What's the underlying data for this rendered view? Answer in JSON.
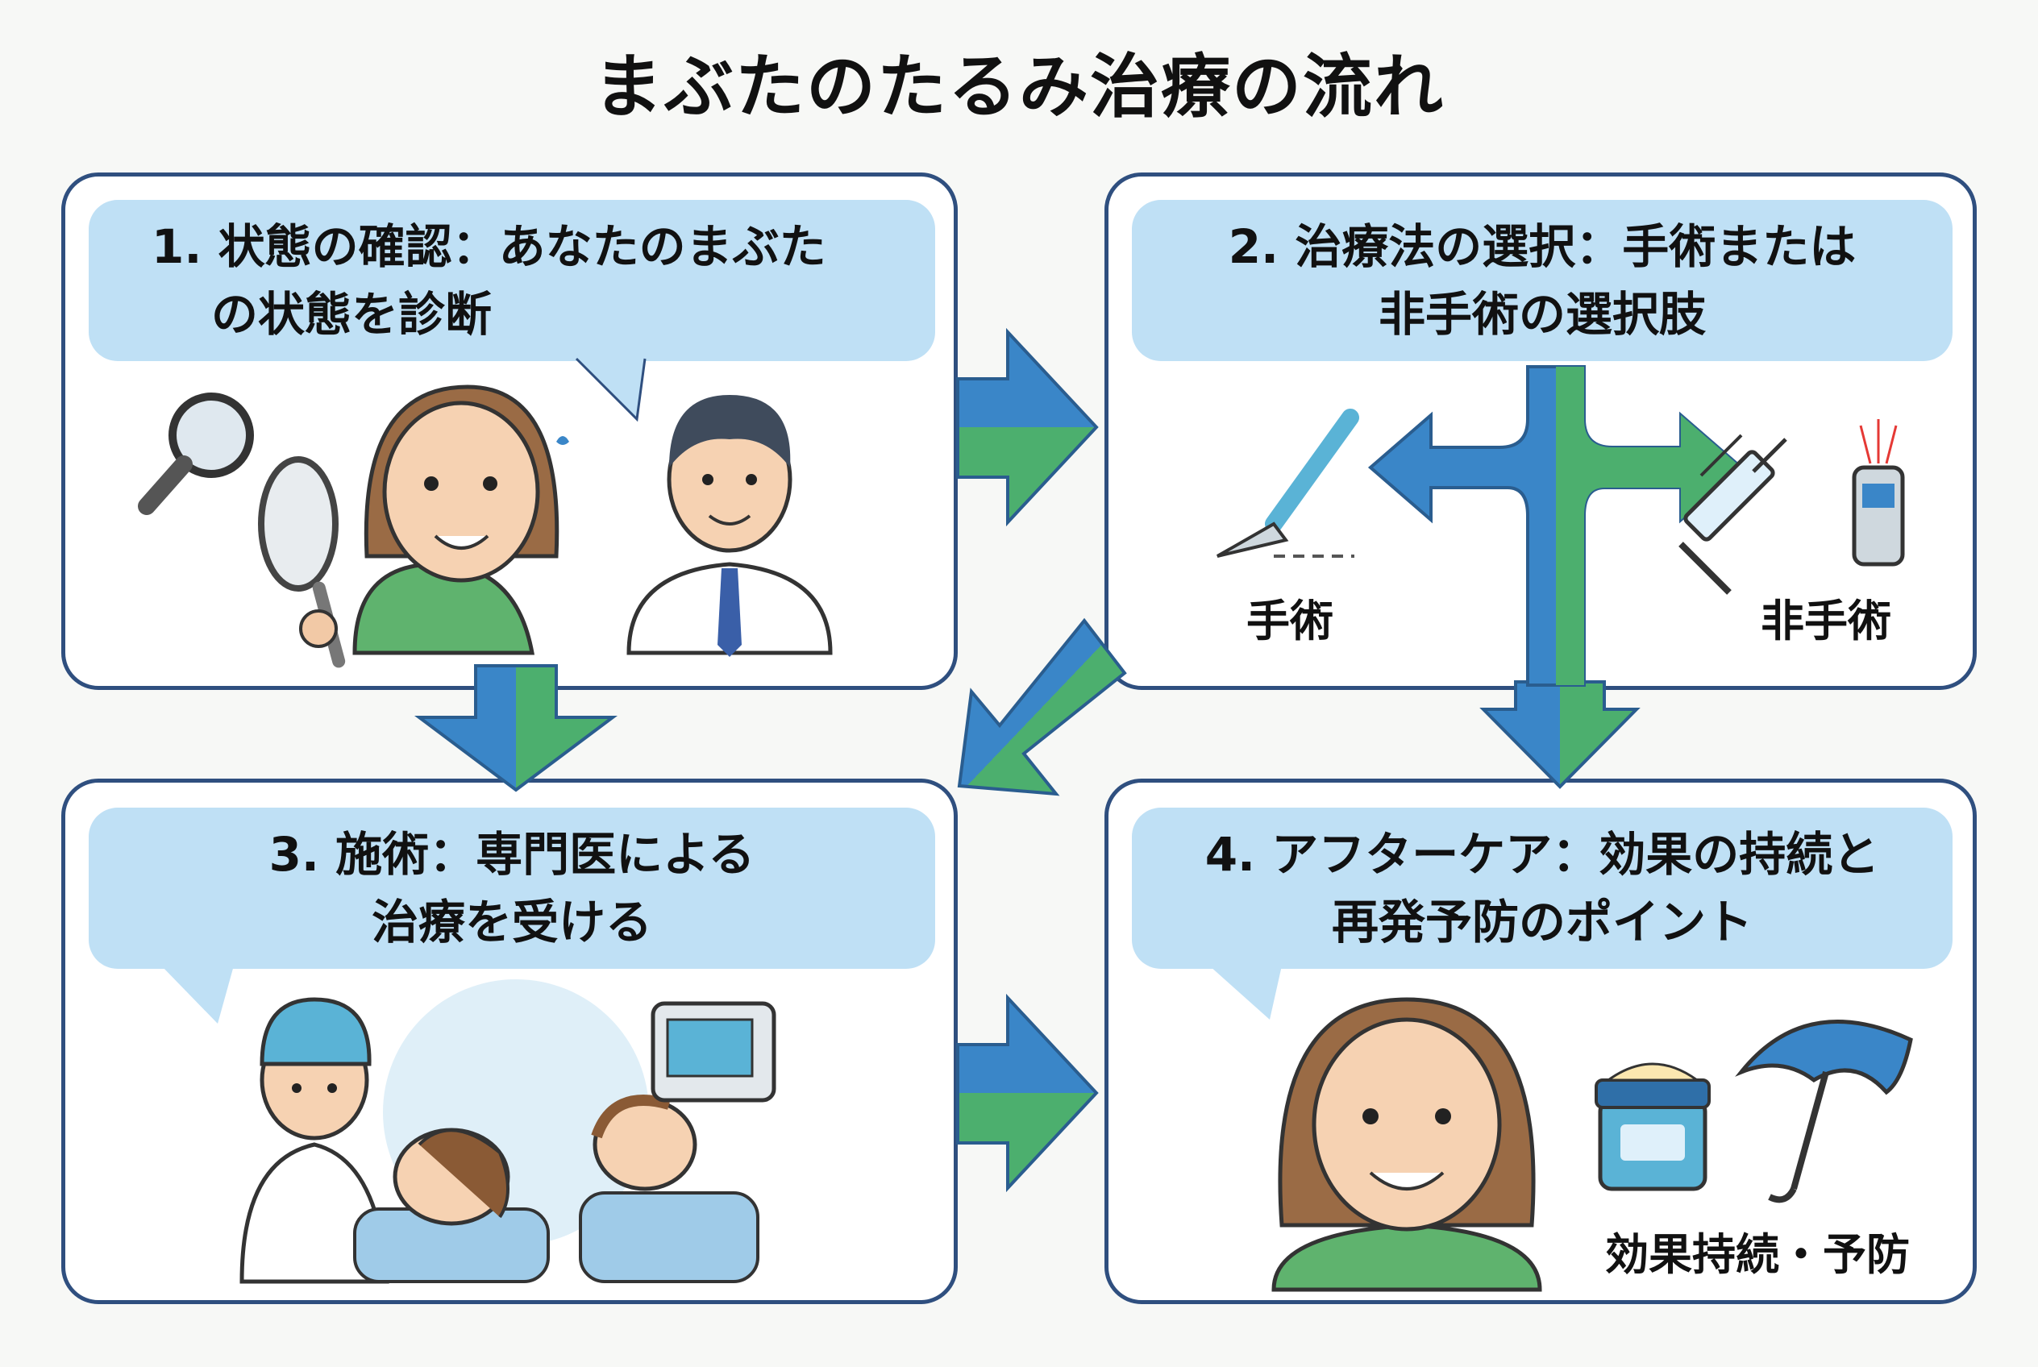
{
  "title": "まぶたのたるみ治療の流れ",
  "colors": {
    "panel_border": "#2f4f7f",
    "bubble": "#bfe0f5",
    "arrow_blue": "#3a86c8",
    "arrow_green": "#4caf6e",
    "arrow_outline": "#2a5d8f"
  },
  "steps": [
    {
      "number": "1.",
      "lines": [
        "1. 状態の確認：あなたのまぶた",
        "の状態を診断"
      ],
      "icons": [
        "magnifier-icon",
        "hand-mirror-icon",
        "patient-illustration",
        "doctor-illustration"
      ]
    },
    {
      "number": "2.",
      "lines": [
        "2. 治療法の選択：手術または",
        "非手術の選択肢"
      ],
      "options": [
        "手術",
        "非手術"
      ],
      "icons": [
        "scalpel-icon",
        "branch-arrow-icon",
        "syringe-icon",
        "laser-device-icon"
      ]
    },
    {
      "number": "3.",
      "lines": [
        "3. 施術：専門医による",
        "治療を受ける"
      ],
      "icons": [
        "surgeon-illustration",
        "patient-lying-illustration",
        "monitor-icon"
      ]
    },
    {
      "number": "4.",
      "lines": [
        "4. アフターケア：効果の持続と",
        "再発予防のポイント"
      ],
      "caption": "効果持続・予防",
      "icons": [
        "smiling-woman-illustration",
        "cream-jar-icon",
        "umbrella-icon"
      ]
    }
  ]
}
